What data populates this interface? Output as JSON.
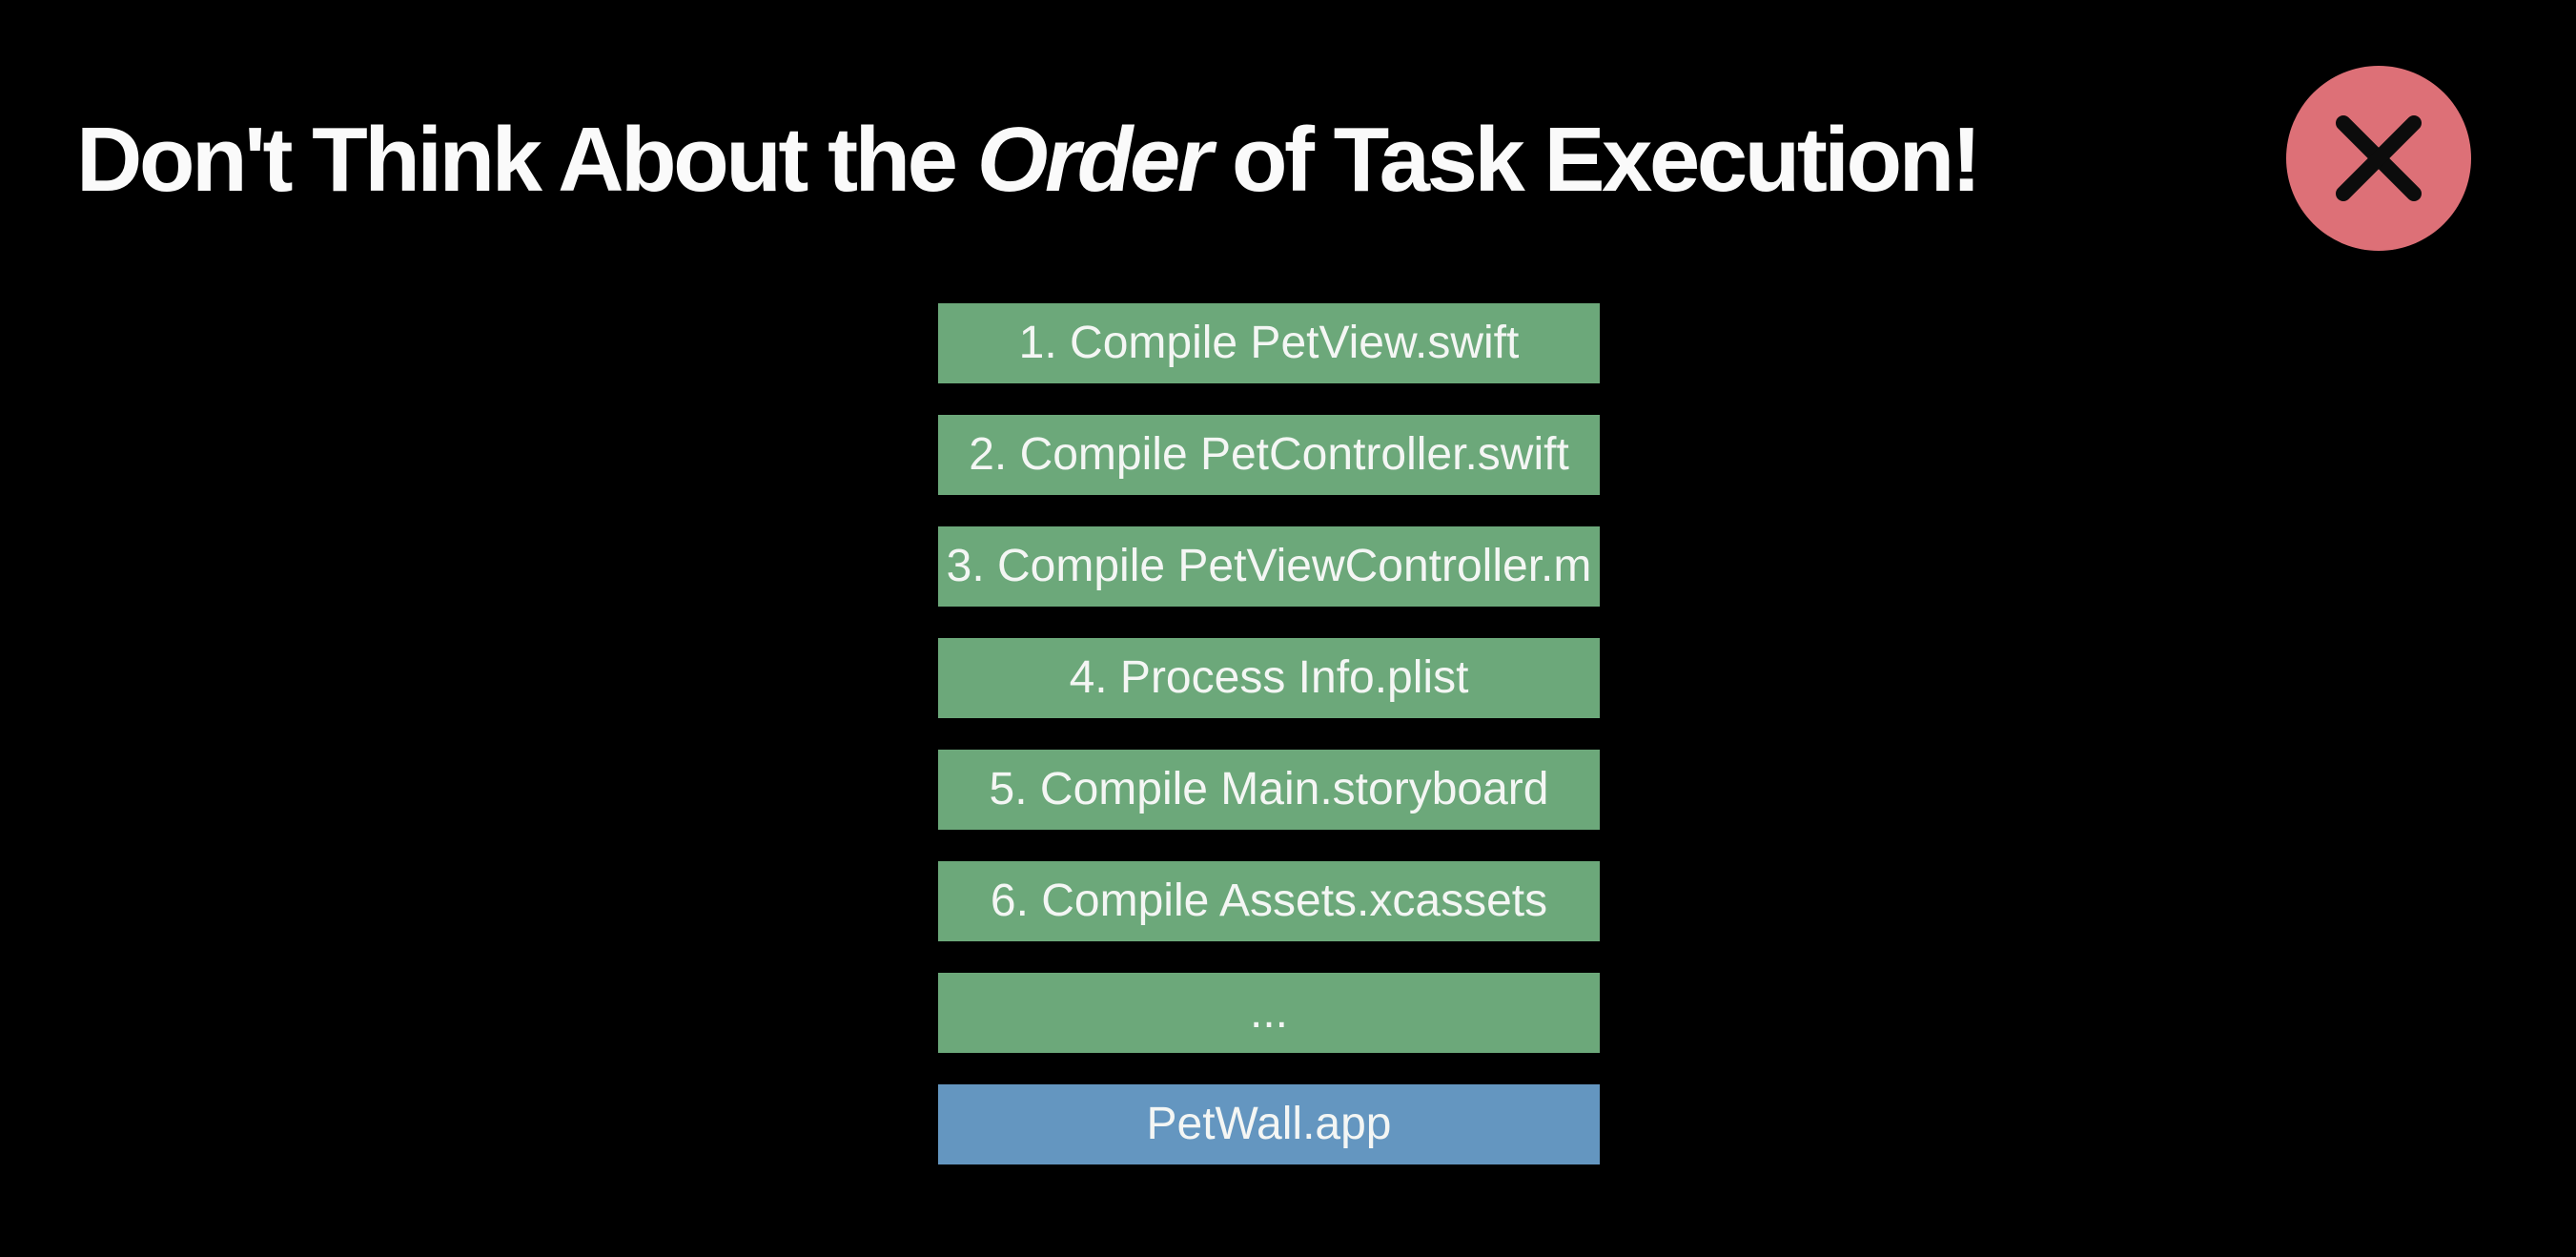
{
  "slide": {
    "title": {
      "prefix": "Don't Think About the ",
      "emphasis": "Order",
      "suffix": " of Task Execution!"
    },
    "close_button": {
      "icon": "x-icon"
    },
    "diagram": {
      "boxes": [
        {
          "label": "1. Compile PetView.swift",
          "kind": "task"
        },
        {
          "label": "2. Compile PetController.swift",
          "kind": "task"
        },
        {
          "label": "3. Compile PetViewController.m",
          "kind": "task"
        },
        {
          "label": "4. Process Info.plist",
          "kind": "task"
        },
        {
          "label": "5. Compile Main.storyboard",
          "kind": "task"
        },
        {
          "label": "6. Compile Assets.xcassets",
          "kind": "task"
        },
        {
          "label": "...",
          "kind": "task"
        },
        {
          "label": "PetWall.app",
          "kind": "output"
        }
      ]
    },
    "colors": {
      "background": "#000000",
      "task_fill": "#6CA87A",
      "output_fill": "#6496C0",
      "close_fill": "#DD7077",
      "close_glyph": "#0C0C0C",
      "box_text": "#F4F6F4",
      "title_text": "#FAFAFA"
    }
  }
}
